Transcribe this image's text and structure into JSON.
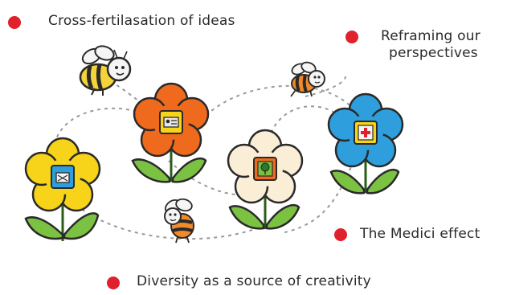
{
  "header_partial": "",
  "labels": {
    "cross_fertilisation": "Cross-fertilasation of ideas",
    "reframing_line1": "Reframing our",
    "reframing_line2": "perspectives",
    "medici": "The Medici effect",
    "diversity": "Diversity as a source of creativity"
  },
  "colors": {
    "bullet": "#e0202c",
    "flower_yellow": "#f7d31a",
    "flower_orange": "#ef6a1c",
    "flower_cream": "#fbeed7",
    "flower_blue": "#2e9fdc",
    "stem_green": "#7cc242",
    "bee_yellow": "#f5d33a",
    "bee_orange": "#f08a2a"
  },
  "icons": [
    "folder-icon",
    "id-card-icon",
    "tree-icon",
    "medical-cross-icon",
    "bee-icon"
  ]
}
